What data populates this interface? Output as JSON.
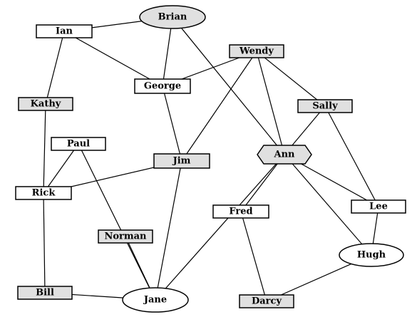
{
  "colors": {
    "white": "#ffffff",
    "gray": "#e0e0e0",
    "stroke": "#000000"
  },
  "nodes": [
    {
      "id": "brian",
      "label": "Brian",
      "shape": "ellipse",
      "fill": "gray"
    },
    {
      "id": "ian",
      "label": "Ian",
      "shape": "rect",
      "fill": "white"
    },
    {
      "id": "wendy",
      "label": "Wendy",
      "shape": "rect",
      "fill": "gray"
    },
    {
      "id": "george",
      "label": "George",
      "shape": "rect",
      "fill": "white"
    },
    {
      "id": "kathy",
      "label": "Kathy",
      "shape": "rect",
      "fill": "gray"
    },
    {
      "id": "sally",
      "label": "Sally",
      "shape": "rect",
      "fill": "gray"
    },
    {
      "id": "paul",
      "label": "Paul",
      "shape": "rect",
      "fill": "white"
    },
    {
      "id": "jim",
      "label": "Jim",
      "shape": "rect",
      "fill": "gray"
    },
    {
      "id": "ann",
      "label": "Ann",
      "shape": "hexagon",
      "fill": "gray"
    },
    {
      "id": "rick",
      "label": "Rick",
      "shape": "rect",
      "fill": "white"
    },
    {
      "id": "lee",
      "label": "Lee",
      "shape": "rect",
      "fill": "white"
    },
    {
      "id": "fred",
      "label": "Fred",
      "shape": "rect",
      "fill": "white"
    },
    {
      "id": "norman",
      "label": "Norman",
      "shape": "rect",
      "fill": "gray"
    },
    {
      "id": "hugh",
      "label": "Hugh",
      "shape": "ellipse",
      "fill": "white"
    },
    {
      "id": "bill",
      "label": "Bill",
      "shape": "rect",
      "fill": "gray"
    },
    {
      "id": "jane",
      "label": "Jane",
      "shape": "ellipse",
      "fill": "white"
    },
    {
      "id": "darcy",
      "label": "Darcy",
      "shape": "rect",
      "fill": "gray"
    }
  ],
  "edges": [
    [
      "ian",
      "brian"
    ],
    [
      "ian",
      "george"
    ],
    [
      "ian",
      "kathy"
    ],
    [
      "brian",
      "george"
    ],
    [
      "brian",
      "ann"
    ],
    [
      "george",
      "wendy"
    ],
    [
      "george",
      "jim"
    ],
    [
      "wendy",
      "jim"
    ],
    [
      "wendy",
      "ann"
    ],
    [
      "wendy",
      "sally"
    ],
    [
      "sally",
      "ann"
    ],
    [
      "sally",
      "lee"
    ],
    [
      "kathy",
      "rick"
    ],
    [
      "paul",
      "rick"
    ],
    [
      "paul",
      "jane"
    ],
    [
      "jim",
      "rick"
    ],
    [
      "jim",
      "jane"
    ],
    [
      "ann",
      "jane"
    ],
    [
      "ann",
      "fred"
    ],
    [
      "ann",
      "lee"
    ],
    [
      "ann",
      "hugh"
    ],
    [
      "lee",
      "hugh"
    ],
    [
      "fred",
      "darcy"
    ],
    [
      "hugh",
      "darcy"
    ],
    [
      "rick",
      "bill"
    ],
    [
      "bill",
      "jane"
    ],
    [
      "norman",
      "jane"
    ]
  ]
}
